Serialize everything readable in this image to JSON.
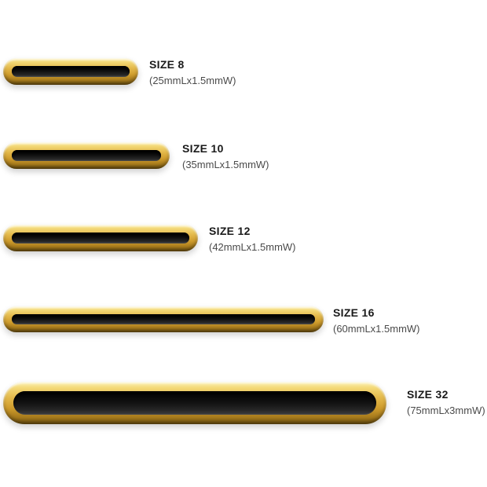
{
  "colors": {
    "background": "#ffffff",
    "gold_light": "#f4d978",
    "gold_mid": "#cf9c2c",
    "gold_dark": "#6f5210",
    "slot": "#101010",
    "label_text": "#1a1a1a",
    "dims_text": "#4a4a4a"
  },
  "items": [
    {
      "label": "SIZE 8",
      "dimensions": "(25mmLx1.5mmW)",
      "length_mm": 25,
      "width_mm": 1.5
    },
    {
      "label": "SIZE 10",
      "dimensions": "(35mmLx1.5mmW)",
      "length_mm": 35,
      "width_mm": 1.5
    },
    {
      "label": "SIZE 12",
      "dimensions": "(42mmLx1.5mmW)",
      "length_mm": 42,
      "width_mm": 1.5
    },
    {
      "label": "SIZE 16",
      "dimensions": "(60mmLx1.5mmW)",
      "length_mm": 60,
      "width_mm": 1.5
    },
    {
      "label": "SIZE 32",
      "dimensions": "(75mmLx3mmW)",
      "length_mm": 75,
      "width_mm": 3
    }
  ]
}
